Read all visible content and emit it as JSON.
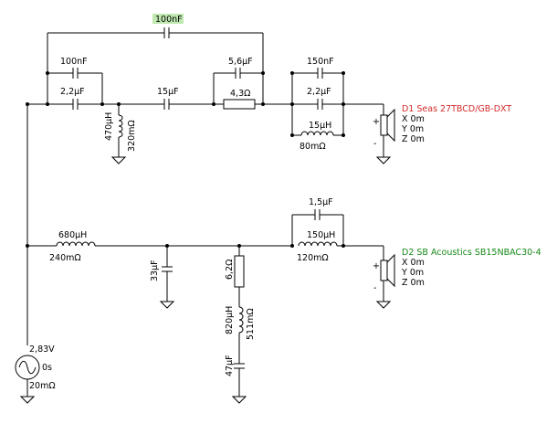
{
  "header_cap": {
    "value": "100nF"
  },
  "tweeter": {
    "c_par_top": "100nF",
    "c_series1": "2,2µF",
    "c_series2": "15µF",
    "l_shunt": "470µH",
    "l_shunt_r": "320mΩ",
    "c_notch": "5,6µF",
    "r_notch": "4,3Ω",
    "c_trap_top": "150nF",
    "c_trap_mid": "2,2µF",
    "l_trap": "15µH",
    "l_trap_r": "80mΩ",
    "driver_name": "D1 Seas 27TBCD/GB-DXT",
    "driver_x": "X 0m",
    "driver_y": "Y 0m",
    "driver_z": "Z 0m",
    "plus": "+",
    "minus": "-"
  },
  "woofer": {
    "l_series": "680µH",
    "l_series_r": "240mΩ",
    "c_shunt": "33µF",
    "r_zobel": "6,2Ω",
    "l_zobel": "820µH",
    "l_zobel_r": "511mΩ",
    "c_zobel": "47µF",
    "c_trap": "1,5µF",
    "l_trap": "150µH",
    "l_trap_r": "120mΩ",
    "driver_name": "D2 SB Acoustics SB15NBAC30-4",
    "driver_x": "X 0m",
    "driver_y": "Y 0m",
    "driver_z": "Z 0m",
    "plus": "+",
    "minus": "-"
  },
  "source": {
    "voltage": "2,83V",
    "phase": "0s",
    "resistance": "20mΩ"
  },
  "colors": {
    "wire": "#000000",
    "tweeter_label": "#d42a2a",
    "woofer_label": "#1a8a1a",
    "highlight": "#bfe8b0"
  }
}
